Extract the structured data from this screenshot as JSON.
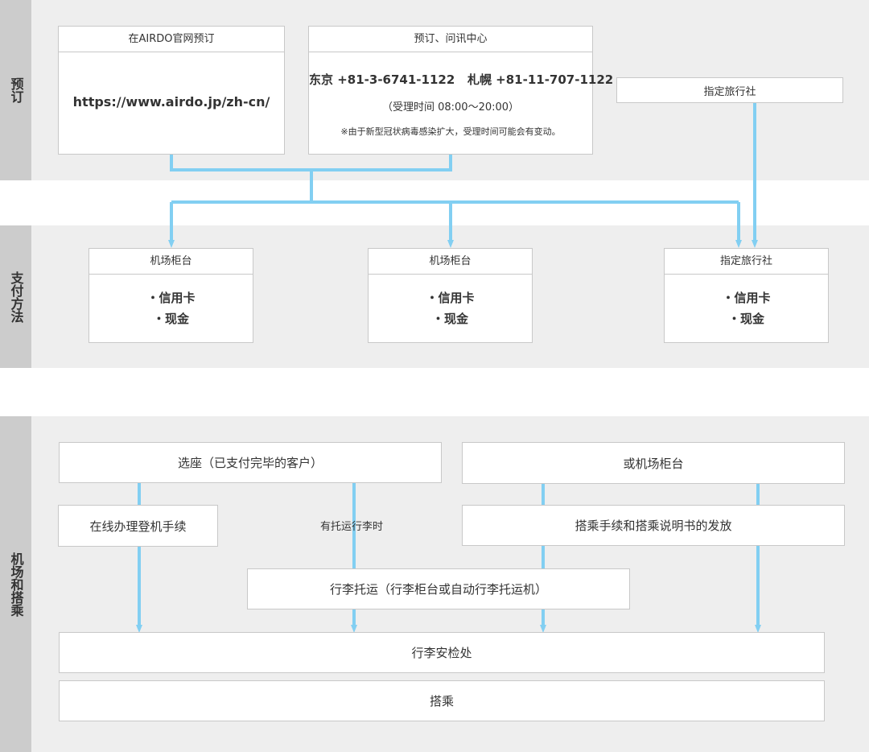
{
  "sections": {
    "booking": "预订",
    "payment": "支付方法",
    "airport": "机场和搭乘"
  },
  "booking": {
    "website": {
      "header": "在AIRDO官网预订",
      "url": "https://www.airdo.jp/zh-cn/"
    },
    "call_center": {
      "header": "预订、问讯中心",
      "phones": "东京 +81-3-6741-1122   札幌 +81-11-707-1122",
      "hours": "（受理时间 08:00～20:00）",
      "note": "※由于新型冠状病毒感染扩大，受理时间可能会有变动。"
    },
    "travel_agency": "指定旅行社"
  },
  "payment": {
    "boxes": [
      {
        "header": "机场柜台",
        "items": [
          "信用卡",
          "现金"
        ]
      },
      {
        "header": "机场柜台",
        "items": [
          "信用卡",
          "现金"
        ]
      },
      {
        "header": "指定旅行社",
        "items": [
          "信用卡",
          "现金"
        ]
      }
    ]
  },
  "airport": {
    "seat_selection": "选座（已支付完毕的客户）",
    "or_counter": "或机场柜台",
    "online_checkin": "在线办理登机手续",
    "checked_baggage_note": "有托运行李时",
    "boarding_pass": "搭乘手续和搭乘说明书的发放",
    "baggage_drop": "行李托运（行李柜台或自动行李托运机）",
    "security": "行李安检处",
    "boarding": "搭乘"
  },
  "colors": {
    "connector": "#82cff2",
    "band": "#eeeeee",
    "tab": "#cccccc"
  }
}
